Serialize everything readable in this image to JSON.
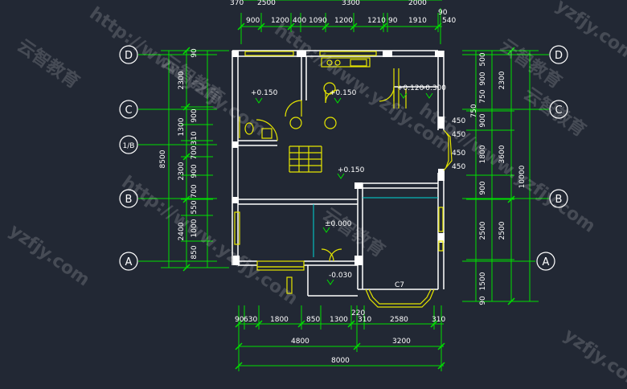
{
  "axes": {
    "left_labels": [
      "D",
      "C",
      "1/B",
      "B",
      "A"
    ],
    "right_labels": [
      "D",
      "C",
      "B",
      "A"
    ]
  },
  "dims": {
    "top_row1": [
      "370",
      "2500",
      "3300",
      "2000"
    ],
    "top_row2": [
      "900",
      "1200",
      "400",
      "1090",
      "1200",
      "1210",
      "90",
      "1910",
      "540"
    ],
    "top_row3": [
      "90"
    ],
    "bottom_row1": [
      "90",
      "630",
      "1800",
      "850",
      "1300",
      "220",
      "310",
      "2580",
      "310"
    ],
    "bottom_row2": [
      "4800",
      "3200"
    ],
    "bottom_row3": [
      "8000"
    ],
    "left_outer": "8500",
    "left_inner": [
      "90",
      "2300",
      "1300",
      "900",
      "310",
      "700",
      "2300",
      "900",
      "700",
      "550",
      "2400",
      "1000",
      "850"
    ],
    "right_inner": [
      "500",
      "900",
      "750",
      "750",
      "900",
      "1800",
      "900",
      "2500",
      "1500",
      "90"
    ],
    "right_mid": [
      "2300",
      "3600",
      "2500"
    ],
    "right_outer": "10000",
    "window_small": [
      "450",
      "450",
      "450",
      "450"
    ]
  },
  "levels": [
    "+0.150",
    "+0.150",
    "+0.120",
    "-0.300",
    "+0.150",
    "±0.000",
    "-0.030"
  ],
  "labels": {
    "window_tag": "C7"
  },
  "watermarks": {
    "url": "http://www.yzfjy.com",
    "short": "yzfjy.com",
    "brand": "云智教育"
  }
}
